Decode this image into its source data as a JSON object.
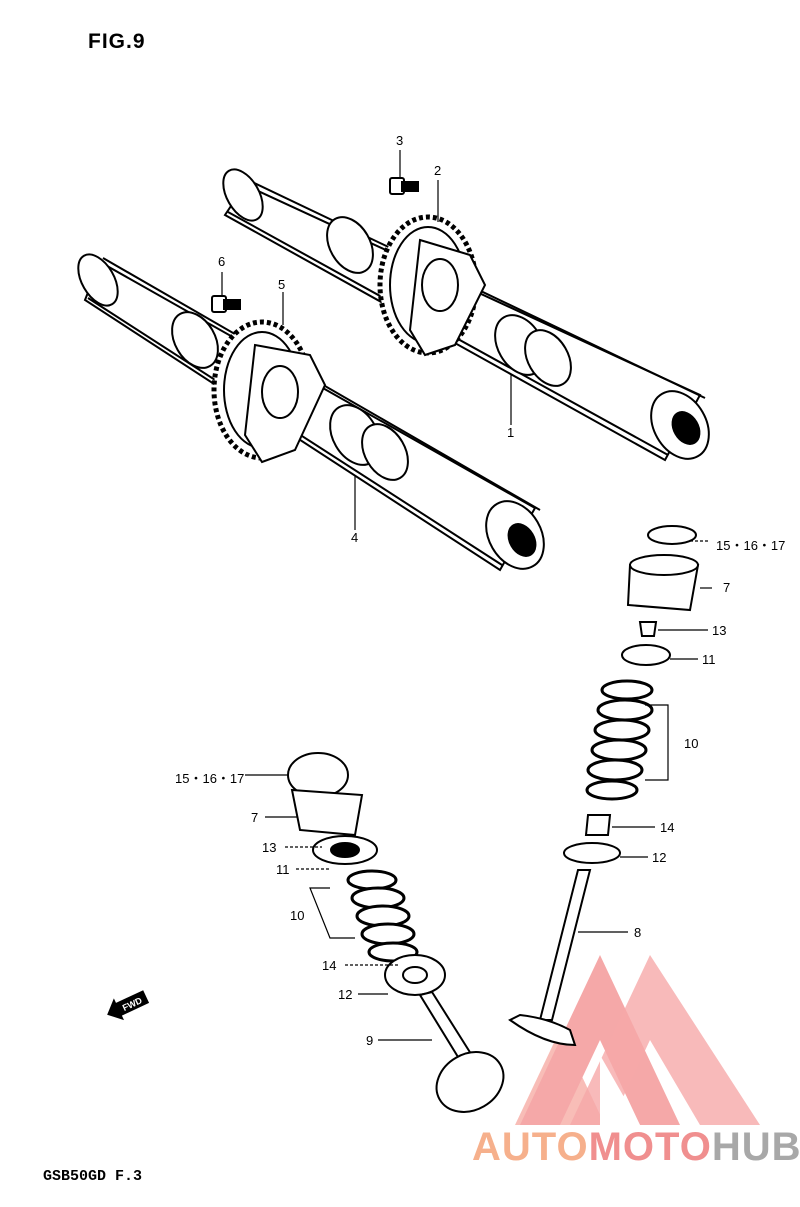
{
  "figure": {
    "title": "FIG.9",
    "model_code": "GSB50GD  F.3"
  },
  "callouts": {
    "p1": "1",
    "p2": "2",
    "p3": "3",
    "p4": "4",
    "p5": "5",
    "p6": "6",
    "p7_right": "7",
    "p7_left": "7",
    "p8": "8",
    "p9": "9",
    "p10_right": "10",
    "p10_left": "10",
    "p11_right": "11",
    "p11_left": "11",
    "p12_right": "12",
    "p12_left": "12",
    "p13_right": "13",
    "p13_left": "13",
    "p14_right": "14",
    "p14_left": "14",
    "p151617_right": "15・16・17",
    "p151617_left": "15・16・17"
  },
  "direction_arrow": {
    "label": "FWD"
  },
  "watermark": {
    "part1": "AUTO",
    "part2": "MOTO",
    "part3": "HUB",
    "colors": {
      "auto": "#f6b08c",
      "moto": "#f08f8f",
      "hub": "#a8a8a8",
      "logo": "#f08f8f"
    }
  }
}
